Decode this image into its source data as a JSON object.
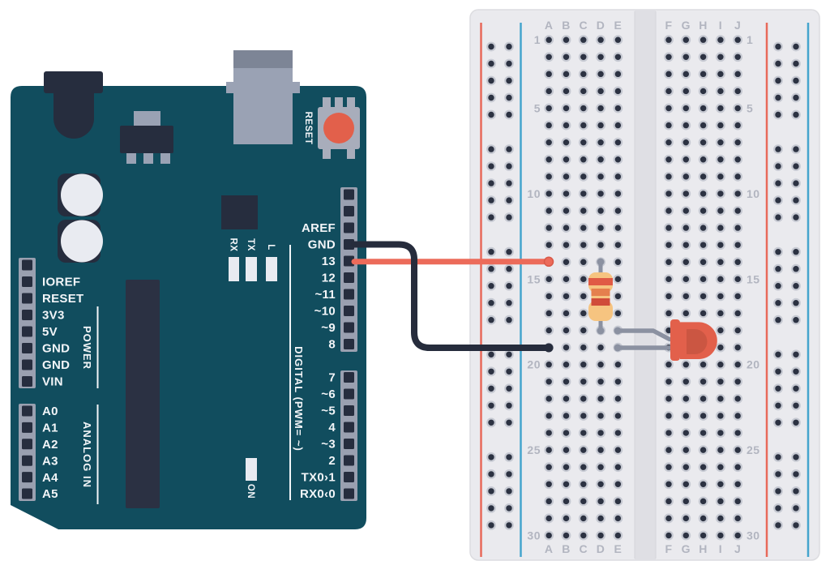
{
  "arduino": {
    "reset_label": "RESET",
    "power_label": "POWER",
    "analog_label": "ANALOG IN",
    "digital_label": "DIGITAL (PWM= ~)",
    "on_label": "ON",
    "status_leds": [
      "RX",
      "TX",
      "L"
    ],
    "power_pins": [
      "",
      "IOREF",
      "RESET",
      "3V3",
      "5V",
      "GND",
      "GND",
      "VIN"
    ],
    "analog_pins": [
      "A0",
      "A1",
      "A2",
      "A3",
      "A4",
      "A5"
    ],
    "digital_pins_upper": [
      "",
      "",
      "AREF",
      "GND",
      "13",
      "12",
      "~11",
      "~10",
      "~9",
      "8"
    ],
    "digital_pins_lower": [
      "7",
      "~6",
      "~5",
      "4",
      "~3",
      "2",
      "TX0›1",
      "RX0‹0"
    ]
  },
  "breadboard": {
    "columns_left": [
      "A",
      "B",
      "C",
      "D",
      "E"
    ],
    "columns_right": [
      "F",
      "G",
      "H",
      "I",
      "J"
    ],
    "numbered_rows": [
      1,
      5,
      10,
      15,
      20,
      25,
      30
    ],
    "total_rows": 30
  },
  "circuit": {
    "red_wire": {
      "from": "Arduino pin 13",
      "to": "breadboard A14"
    },
    "black_wire": {
      "from": "Arduino GND",
      "to": "breadboard A19"
    },
    "resistor": {
      "from": "D14",
      "to": "D18"
    },
    "led": {
      "leads": [
        "E18",
        "E19"
      ]
    }
  },
  "colors": {
    "board_teal": "#114d5e",
    "component_dark": "#262d3e",
    "chip_dark": "#2b3143",
    "metal_gray": "#9aa2b4",
    "light_gray": "#e9ebf1",
    "accent_red": "#e2604b",
    "wire_red": "#ec6b5a",
    "wire_black": "#262c3c",
    "rail_red": "#e8695a",
    "rail_blue": "#45a5cd",
    "breadboard_gray": "#eaeaee",
    "channel_gray": "#dfdfe4",
    "hole_dark": "#2c3242",
    "hole_ring": "#c6c9d2",
    "board_label_gray": "#b2b5c0",
    "lead_gray": "#8b91a1",
    "resistor_body": "#f6c480",
    "resistor_bands": [
      "#e05a45",
      "#e5804e",
      "#d04b39"
    ],
    "text_light": "#f2f5f8"
  }
}
